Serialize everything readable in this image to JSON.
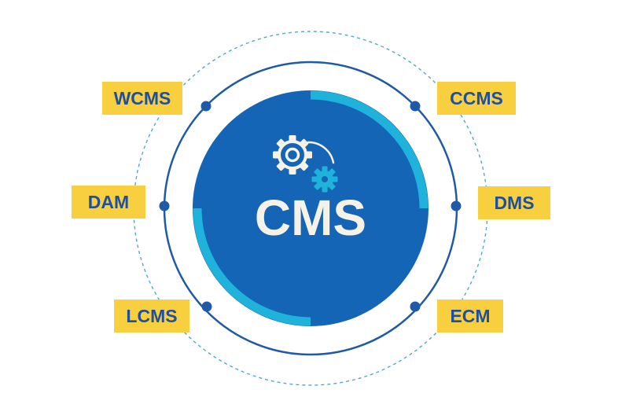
{
  "diagram": {
    "center_label": "CMS",
    "center_icon": "gears-icon",
    "types": [
      {
        "key": "wcms",
        "label": "WCMS"
      },
      {
        "key": "ccms",
        "label": "CCMS"
      },
      {
        "key": "dam",
        "label": "DAM"
      },
      {
        "key": "dms",
        "label": "DMS"
      },
      {
        "key": "lcms",
        "label": "LCMS"
      },
      {
        "key": "ecm",
        "label": "ECM"
      }
    ]
  },
  "colors": {
    "core_blue": "#1565b6",
    "ring_line": "#1f5aa8",
    "accent_cyan": "#1fb3dc",
    "dashed_ring": "#4fa9d2",
    "tag_yellow": "#f7cf3f",
    "tag_text": "#1f4f9f",
    "center_text": "#f7f2e8"
  }
}
